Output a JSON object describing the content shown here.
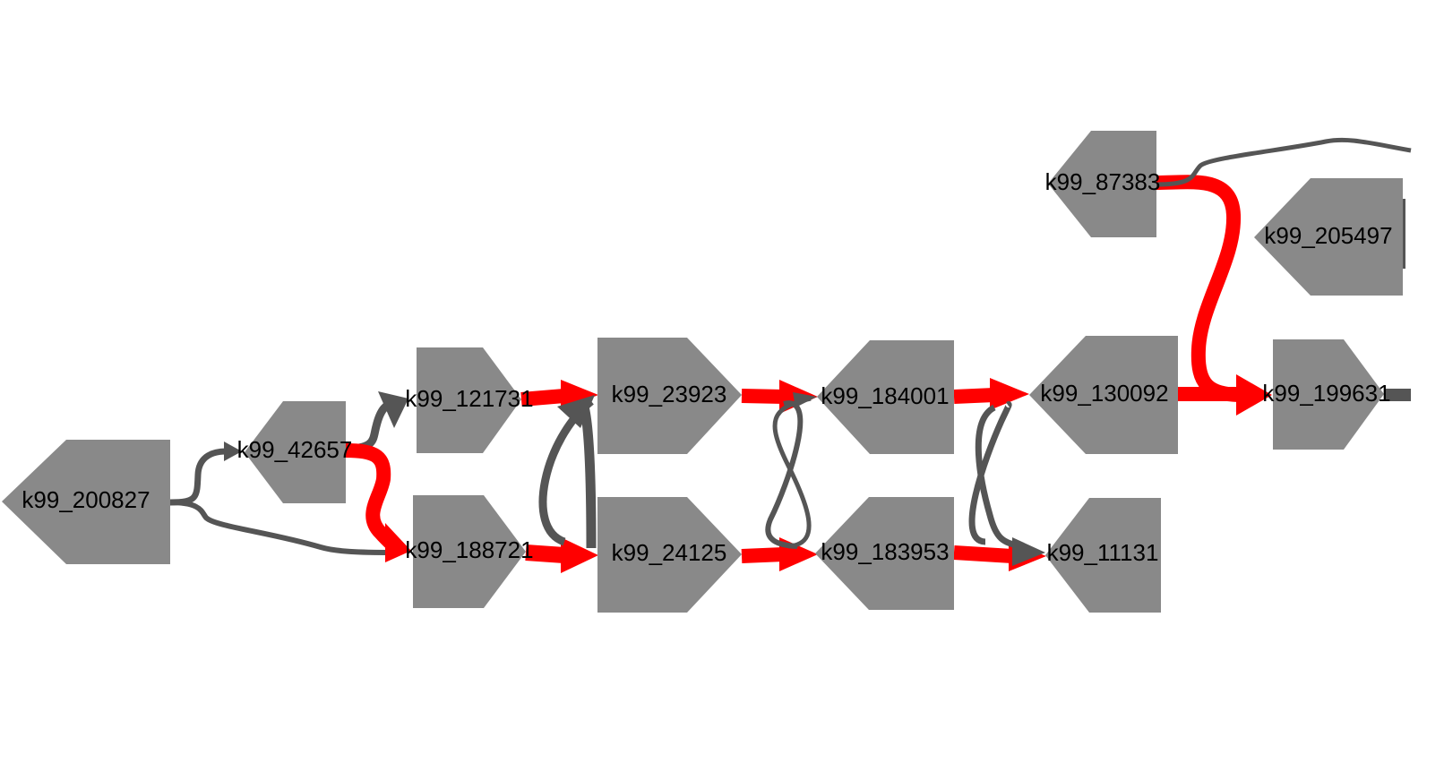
{
  "colors": {
    "node_fill": "#898989",
    "path_edge": "#ff0000",
    "other_edge": "#555555",
    "label": "#000000",
    "background": "#ffffff"
  },
  "nodes": [
    {
      "id": "n200827",
      "label": "k99_200827",
      "direction": "left"
    },
    {
      "id": "n42657",
      "label": "k99_42657",
      "direction": "left"
    },
    {
      "id": "n121731",
      "label": "k99_121731",
      "direction": "right"
    },
    {
      "id": "n188721",
      "label": "k99_188721",
      "direction": "right"
    },
    {
      "id": "n23923",
      "label": "k99_23923",
      "direction": "right"
    },
    {
      "id": "n24125",
      "label": "k99_24125",
      "direction": "right"
    },
    {
      "id": "n184001",
      "label": "k99_184001",
      "direction": "left"
    },
    {
      "id": "n183953",
      "label": "k99_183953",
      "direction": "left"
    },
    {
      "id": "n130092",
      "label": "k99_130092",
      "direction": "left"
    },
    {
      "id": "n11131",
      "label": "k99_11131",
      "direction": "left"
    },
    {
      "id": "n87383",
      "label": "k99_87383",
      "direction": "left"
    },
    {
      "id": "n205497",
      "label": "k99_205497",
      "direction": "left"
    },
    {
      "id": "n199631",
      "label": "k99_199631",
      "direction": "right"
    }
  ],
  "edges": [
    {
      "id": "e1",
      "from": "n200827",
      "to": "n42657",
      "highlighted": false
    },
    {
      "id": "e2",
      "from": "n200827",
      "to": "n188721",
      "highlighted": false
    },
    {
      "id": "e3",
      "from": "n42657",
      "to": "n121731",
      "highlighted": false
    },
    {
      "id": "e4",
      "from": "n42657",
      "to": "n188721",
      "highlighted": true
    },
    {
      "id": "e5",
      "from": "n121731",
      "to": "n23923",
      "highlighted": true
    },
    {
      "id": "e6",
      "from": "n188721",
      "to": "n24125",
      "highlighted": true
    },
    {
      "id": "e7",
      "from": "n188721",
      "to": "n23923",
      "highlighted": false
    },
    {
      "id": "e8",
      "from": "n121731",
      "to": "n24125",
      "highlighted": false
    },
    {
      "id": "e9",
      "from": "n23923",
      "to": "n184001",
      "highlighted": true
    },
    {
      "id": "e10",
      "from": "n24125",
      "to": "n183953",
      "highlighted": true
    },
    {
      "id": "e11",
      "from": "n23923",
      "to": "n183953",
      "highlighted": false
    },
    {
      "id": "e12",
      "from": "n24125",
      "to": "n184001",
      "highlighted": false
    },
    {
      "id": "e13",
      "from": "n184001",
      "to": "n130092",
      "highlighted": true
    },
    {
      "id": "e14",
      "from": "n183953",
      "to": "n11131",
      "highlighted": true
    },
    {
      "id": "e15",
      "from": "n184001",
      "to": "n11131",
      "highlighted": false
    },
    {
      "id": "e16",
      "from": "n183953",
      "to": "n130092",
      "highlighted": false
    },
    {
      "id": "e17",
      "from": "n87383",
      "to": "n199631",
      "highlighted": true
    },
    {
      "id": "e18",
      "from": "n130092",
      "to": "n199631",
      "highlighted": true
    },
    {
      "id": "e19",
      "from": "n87383",
      "to": "offscreen",
      "highlighted": false
    },
    {
      "id": "e20",
      "from": "n205497",
      "to": "offscreen",
      "highlighted": false
    },
    {
      "id": "e21",
      "from": "n199631",
      "to": "offscreen",
      "highlighted": false
    }
  ]
}
